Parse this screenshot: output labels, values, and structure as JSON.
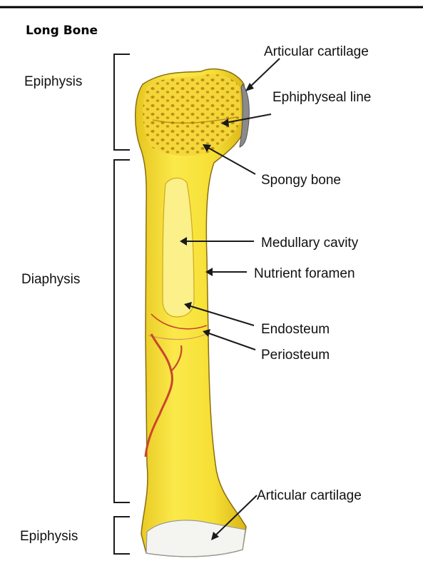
{
  "title": "Long Bone",
  "regions": {
    "epiphysis_top": "Epiphysis",
    "diaphysis": "Diaphysis",
    "epiphysis_bottom": "Epiphysis"
  },
  "labels": {
    "articular_cartilage_top": "Articular cartilage",
    "epiphyseal_line": "Ephiphyseal line",
    "spongy_bone": "Spongy bone",
    "medullary_cavity": "Medullary cavity",
    "nutrient_foramen": "Nutrient foramen",
    "endosteum": "Endosteum",
    "periosteum": "Periosteum",
    "articular_cartilage_bottom": "Articular cartilage"
  },
  "colors": {
    "bone": "#f5e23a",
    "bone_shade": "#e2c11c",
    "spongy_dot": "#b8860b",
    "cartilage_top": "#8a8a8a",
    "cartilage_bottom": "#f4f4f0",
    "vessel": "#c8462c",
    "medullary": "#fbf08a"
  }
}
